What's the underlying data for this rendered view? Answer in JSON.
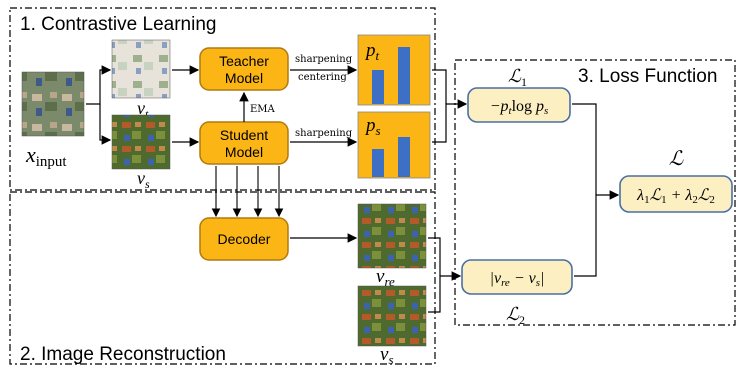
{
  "sections": {
    "contrastive": "1. Contrastive Learning",
    "reconstruction": "2. Image Reconstruction",
    "loss": "3. Loss Function"
  },
  "modules": {
    "teacher": [
      "Teacher",
      "Model"
    ],
    "student": [
      "Student",
      "Model"
    ],
    "decoder": "Decoder"
  },
  "edge_labels": {
    "teacher_top": "sharpening",
    "teacher_bottom": "centering",
    "student": "sharpening",
    "ema": "EMA"
  },
  "symbols": {
    "x_input": "x",
    "x_input_sub": "input",
    "v_t": "v",
    "v_t_sub": "t",
    "v_s": "v",
    "v_s_sub": "s",
    "p_t": "p",
    "p_t_sub": "t",
    "p_s": "p",
    "p_s_sub": "s",
    "v_re": "v",
    "v_re_sub": "re",
    "v_s2": "v",
    "v_s2_sub": "s",
    "L1": "ℒ",
    "L1_sub": "1",
    "L2": "ℒ",
    "L2_sub": "2",
    "L": "ℒ"
  },
  "formulas": {
    "loss1": "−p_t log p_s",
    "loss2": "|v_re − v_s|",
    "total": "λ₁ℒ₁ + λ₂ℒ₂"
  },
  "colors": {
    "module_fill": "#FBB514",
    "module_stroke": "#B07A10",
    "loss_fill": "#FCEFC2",
    "loss_stroke": "#4A6FA5",
    "bar_fill": "#3D6FC4",
    "dist_bg": "#FBB514"
  },
  "icons": [
    "satellite-image-input",
    "satellite-image-teacher-view",
    "satellite-image-student-view",
    "satellite-image-reconstruction",
    "satellite-image-student-view-copy"
  ]
}
